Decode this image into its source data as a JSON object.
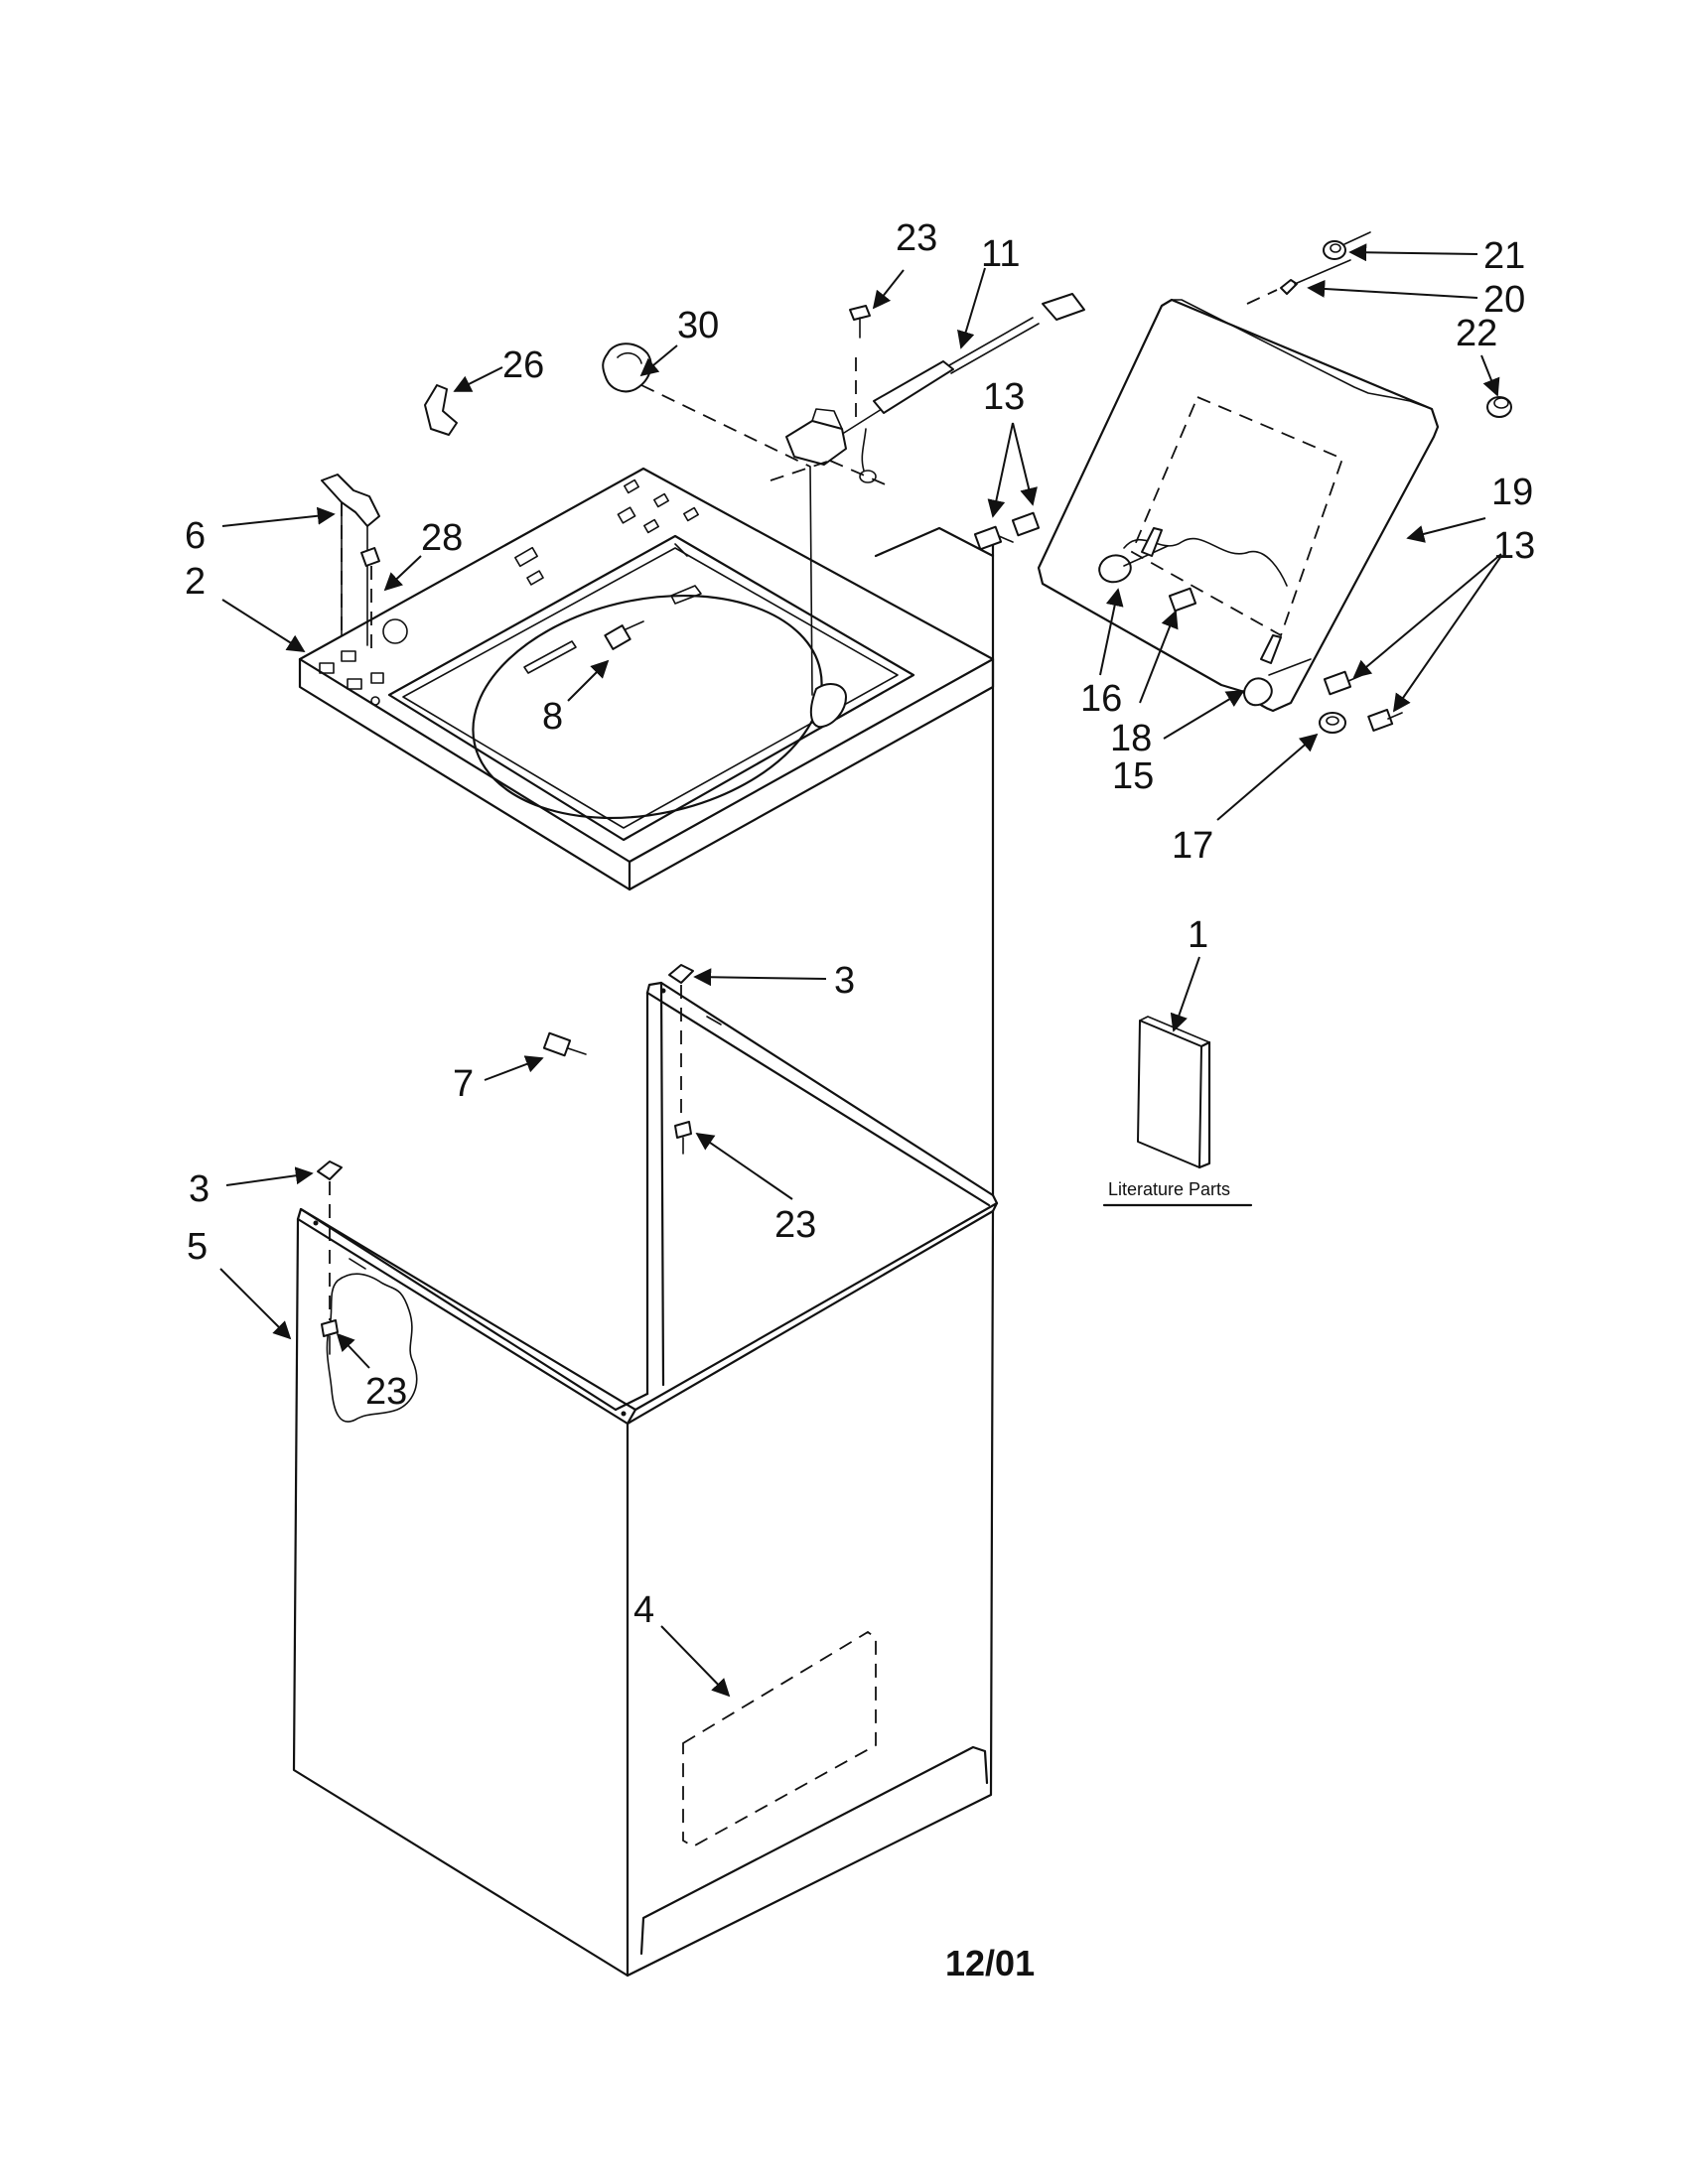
{
  "diagram": {
    "callouts": {
      "c1": "1",
      "c2": "2",
      "c3a": "3",
      "c3b": "3",
      "c4": "4",
      "c5": "5",
      "c6": "6",
      "c7": "7",
      "c8": "8",
      "c11": "11",
      "c13a": "13",
      "c13b": "13",
      "c15": "15",
      "c16": "16",
      "c17": "17",
      "c18": "18",
      "c19": "19",
      "c20": "20",
      "c21": "21",
      "c22": "22",
      "c23a": "23",
      "c23b": "23",
      "c23c": "23",
      "c26": "26",
      "c28": "28",
      "c30": "30"
    },
    "literature_label": "Literature Parts",
    "date_code": "12/01"
  }
}
